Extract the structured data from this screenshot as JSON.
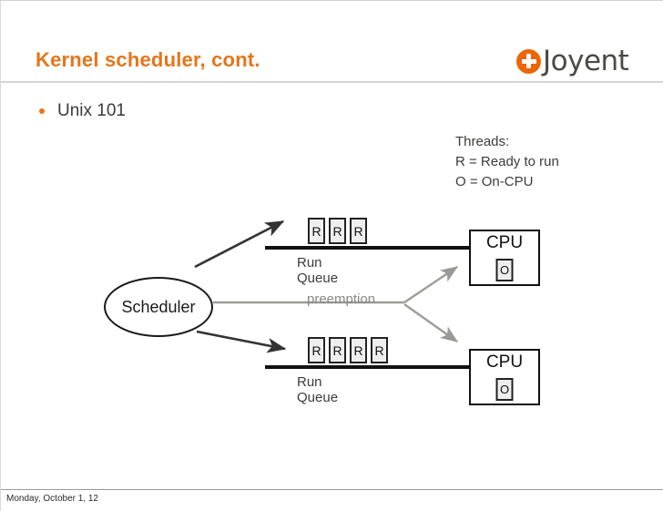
{
  "slide": {
    "title": "Kernel scheduler, cont.",
    "bullet": "Unix 101",
    "footer": "Monday, October 1, 12"
  },
  "logo": {
    "name": "Joyent",
    "mark_icon": "joyent-plus-circle-icon",
    "color": "#ec6608"
  },
  "legend": {
    "heading": "Threads:",
    "line_r": "R = Ready to run",
    "line_o": "O = On-CPU"
  },
  "diagram": {
    "scheduler_label": "Scheduler",
    "preemption_label": "preemption",
    "run_queues": [
      {
        "label": "Run Queue",
        "threads": [
          "R",
          "R",
          "R"
        ]
      },
      {
        "label": "Run Queue",
        "threads": [
          "R",
          "R",
          "R",
          "R"
        ]
      }
    ],
    "cpus": [
      {
        "label": "CPU",
        "thread": "O"
      },
      {
        "label": "CPU",
        "thread": "O"
      }
    ],
    "colors": {
      "arrow_dark": "#333333",
      "arrow_gray": "#999995",
      "queue_line": "#111111",
      "thread_fill": "#eeeeee"
    }
  }
}
